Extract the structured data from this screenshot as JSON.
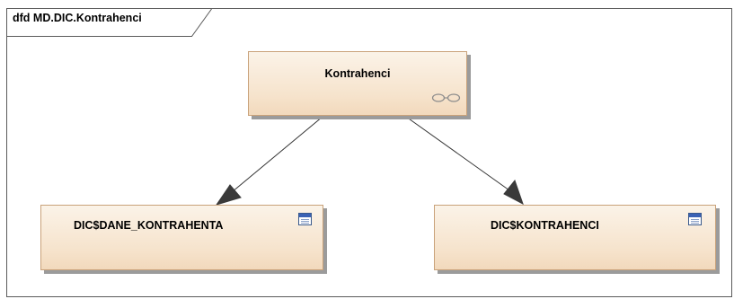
{
  "diagram": {
    "frame_title": "dfd MD.DIC.Kontrahenci",
    "nodes": {
      "top": {
        "label": "Kontrahenci",
        "icon": "link-icon"
      },
      "left": {
        "label": "DIC$DANE_KONTRAHENTA",
        "icon": "table-icon"
      },
      "right": {
        "label": "DIC$KONTRAHENCI",
        "icon": "table-icon"
      }
    },
    "colors": {
      "node_fill": "#f6e3cc",
      "node_border": "#c9a27a",
      "shadow": "#9b9b9b",
      "edge": "#333333",
      "frame": "#5a5a5a"
    }
  }
}
